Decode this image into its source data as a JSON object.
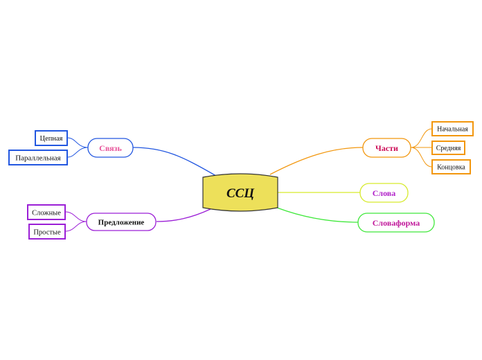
{
  "root": {
    "label": "ССЦ",
    "fill": "#ede05a",
    "stroke": "#333333"
  },
  "branches": {
    "svyaz": {
      "label": "Связь",
      "color": "#2156e0",
      "text_color": "#e8549a",
      "children": [
        {
          "label": "Цепная"
        },
        {
          "label": "Параллельная"
        }
      ]
    },
    "predlozhenie": {
      "label": "Предложение",
      "color": "#9b1ed6",
      "text_color": "#111111",
      "children": [
        {
          "label": "Сложные"
        },
        {
          "label": "Простые"
        }
      ]
    },
    "chasti": {
      "label": "Части",
      "color": "#f2960c",
      "text_color": "#cc0b55",
      "children": [
        {
          "label": "Начальная"
        },
        {
          "label": "Средняя"
        },
        {
          "label": "Концовка"
        }
      ]
    },
    "slova": {
      "label": "Слова",
      "color": "#d6ea2a",
      "text_color": "#b020c8"
    },
    "slovoforma": {
      "label": "Словаформа",
      "color": "#3fe83a",
      "text_color": "#c0189a"
    }
  }
}
